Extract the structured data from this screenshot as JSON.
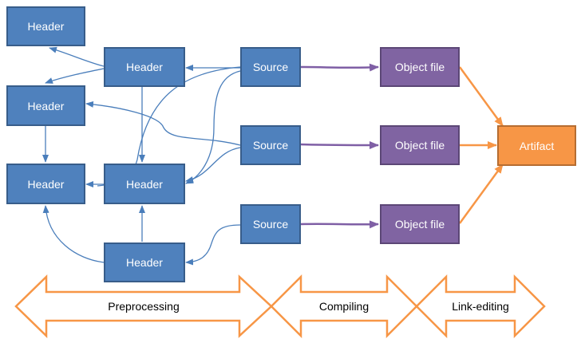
{
  "colors": {
    "header_fill": "#4F81BD",
    "header_border": "#385D8A",
    "object_fill": "#8064A2",
    "object_border": "#5C4776",
    "artifact_fill": "#F79646",
    "artifact_border": "#B66D31",
    "blue_arrow": "#4A7EBB",
    "purple_arrow": "#7F5FA5",
    "orange_arrow": "#F79646",
    "stage_arrow": "#F79646"
  },
  "nodes": {
    "header_top": {
      "label": "Header",
      "kind": "header"
    },
    "header_a": {
      "label": "Header",
      "kind": "header"
    },
    "header_b": {
      "label": "Header",
      "kind": "header"
    },
    "header_c": {
      "label": "Header",
      "kind": "header"
    },
    "header_d": {
      "label": "Header",
      "kind": "header"
    },
    "header_bottom": {
      "label": "Header",
      "kind": "header"
    },
    "source_1": {
      "label": "Source",
      "kind": "header"
    },
    "source_2": {
      "label": "Source",
      "kind": "header"
    },
    "source_3": {
      "label": "Source",
      "kind": "header"
    },
    "object_1": {
      "label": "Object file",
      "kind": "object"
    },
    "object_2": {
      "label": "Object file",
      "kind": "object"
    },
    "object_3": {
      "label": "Object file",
      "kind": "object"
    },
    "artifact": {
      "label": "Artifact",
      "kind": "artifact"
    }
  },
  "edges": [
    {
      "from": "header_a",
      "to": "header_top",
      "style": "blue"
    },
    {
      "from": "header_a",
      "to": "header_b",
      "style": "blue"
    },
    {
      "from": "header_b",
      "to": "header_c",
      "style": "blue"
    },
    {
      "from": "header_a",
      "to": "header_d",
      "style": "blue"
    },
    {
      "from": "header_d",
      "to": "header_c",
      "style": "blue"
    },
    {
      "from": "header_bottom",
      "to": "header_c",
      "style": "blue"
    },
    {
      "from": "header_bottom",
      "to": "header_d",
      "style": "blue"
    },
    {
      "from": "source_1",
      "to": "header_a",
      "style": "blue"
    },
    {
      "from": "source_1",
      "to": "header_d",
      "style": "blue"
    },
    {
      "from": "source_2",
      "to": "header_b",
      "style": "blue"
    },
    {
      "from": "source_2",
      "to": "header_d",
      "style": "blue"
    },
    {
      "from": "source_3",
      "to": "header_bottom",
      "style": "blue"
    },
    {
      "from": "source_1",
      "to": "object_1",
      "style": "purple"
    },
    {
      "from": "source_2",
      "to": "object_2",
      "style": "purple"
    },
    {
      "from": "source_3",
      "to": "object_3",
      "style": "purple"
    },
    {
      "from": "object_1",
      "to": "artifact",
      "style": "orange"
    },
    {
      "from": "object_2",
      "to": "artifact",
      "style": "orange"
    },
    {
      "from": "object_3",
      "to": "artifact",
      "style": "orange"
    }
  ],
  "stages": [
    {
      "label": "Preprocessing"
    },
    {
      "label": "Compiling"
    },
    {
      "label": "Link-editing"
    }
  ]
}
